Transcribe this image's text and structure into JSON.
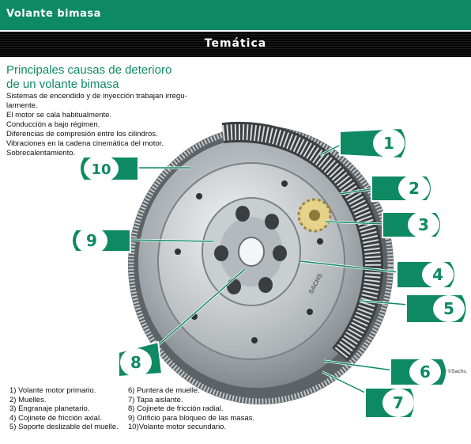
{
  "header": {
    "title": "Volante bimasa"
  },
  "section": {
    "title": "Temática"
  },
  "heading": {
    "line1": "Principales causas de deterioro",
    "line2": "de un volante bimasa"
  },
  "causes": [
    "Sistemas de encendido y de inyección trabajan irregu-",
    "larmente.",
    "El motor se cala habitualmente.",
    "Conducción a bajo régimen.",
    "Diferencias de compresión entre los cilindros.",
    "Vibraciones en la cadena cinemática del motor.",
    "Sobrecalentamiento."
  ],
  "legend_left": [
    "1) Volante motor primario.",
    "2) Muelles.",
    "3) Engranaje planetario.",
    "4) Cojinete de fricción axial.",
    "5) Soporte deslizable del muelle."
  ],
  "legend_right": [
    "6) Puntera de muelle.",
    "7) Tapa aislante.",
    "8) Cojinete de fricción radial.",
    "9) Orificio para bloqueo de las masas.",
    "10)Volante motor secundario."
  ],
  "callouts": [
    "1",
    "2",
    "3",
    "4",
    "5",
    "6",
    "7",
    "8",
    "9",
    "10"
  ],
  "credit": "/ ©Sachs.",
  "brand_mark": "SACHS",
  "colors": {
    "accent": "#0e8a63",
    "band": "#111111",
    "metal": "#9aa0a4"
  }
}
